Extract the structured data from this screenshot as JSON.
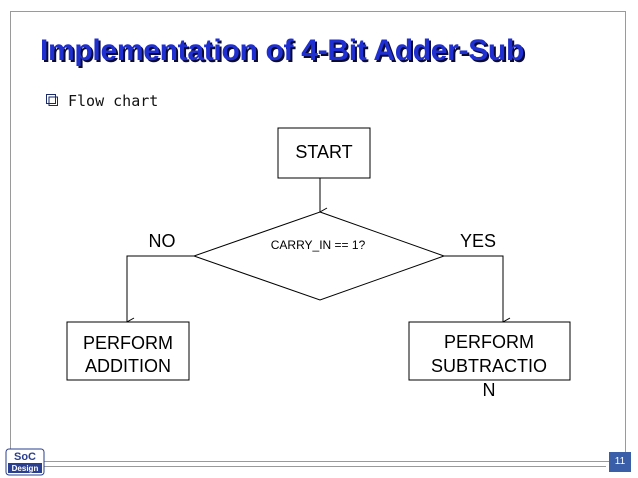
{
  "slide": {
    "title": "Implementation of 4-Bit Adder-Sub",
    "bullet_text": "Flow chart",
    "slide_number": "11",
    "logo_text": "SoC Design"
  },
  "flowchart": {
    "start": "START",
    "decision": "CARRY_IN == 1?",
    "no_label": "NO",
    "yes_label": "YES",
    "left_box": [
      "PERFORM",
      "ADDITION"
    ],
    "right_box": [
      "PERFORM",
      "SUBTRACTIO",
      "N"
    ]
  }
}
